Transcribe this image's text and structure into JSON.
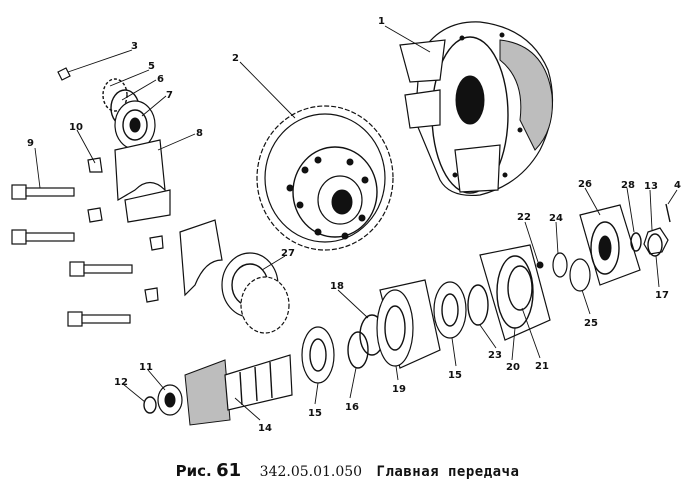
{
  "figure": {
    "prefix": "Рис.",
    "number": "61",
    "code": "342.05.01.050",
    "title": "Главная передача"
  },
  "callouts": [
    "1",
    "2",
    "3",
    "4",
    "5",
    "6",
    "7",
    "8",
    "9",
    "10",
    "11",
    "12",
    "13",
    "14",
    "15",
    "15",
    "15",
    "16",
    "17",
    "18",
    "19",
    "20",
    "21",
    "22",
    "23",
    "24",
    "25",
    "26",
    "27",
    "28"
  ]
}
